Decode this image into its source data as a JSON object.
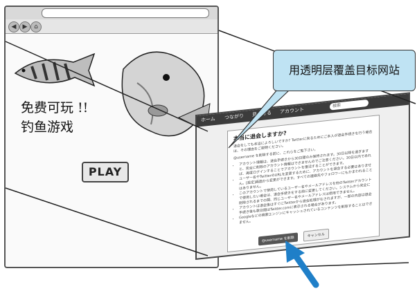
{
  "callout": {
    "text": "用透明层覆盖目标网站"
  },
  "game": {
    "title_line1": "免费可玩 !!",
    "title_line2": "钓鱼游戏",
    "play_label": "PLAY"
  },
  "front_site": {
    "nav": [
      "ホーム",
      "つながり",
      "見つける",
      "アカウント"
    ],
    "search_placeholder": "検索",
    "dialog_title": "本当に退会しますか?",
    "dialog_intro": "退会をしても本当によろしいですか? Twitterに戻るためにご本人が退会手続きを行う場合は、その理由をご説明ください。",
    "dialog_lead": "@username を削除する前に、これらをご覧下さい。",
    "bullets": [
      "アカウント情報は、退会手続きから30日間のみ保持されます。30日以降を過ぎますと、完全に削除のアカウント情報はできませんのでご注意ください。30日以内であれば、再度ログインすることでアカウントを復活することができます。",
      "ユーザー名やTwitterのURLを変更するために、アカウントを退会する必要はありません。[設定]画面から変更ができます。すべての連絡先やフォロワーにもかまわれることはありません。",
      "このアカウントで使用しているユーザー名やメールアドレスを他のTwitterアカウントで使用したい場合は、退会手続きをする前に変更してください。システムから完全に削除されるまでの間、同じユーザー名やメールアドレスは使用できません。",
      "アカウントは退会後はすぐにTwitterから退会処理がなされますが、一部の内容は退会手続き後も数日間はTwitter.comに表示される場合があります。",
      "Googleなどの検索エンジンにキャッシュされているコンテンツを削除することはできません。"
    ],
    "confirm_button": "@username を削除",
    "cancel_button": "キャンセル"
  },
  "colors": {
    "callout_bg": "#bfe3f3",
    "arrow": "#1f7fc8"
  }
}
